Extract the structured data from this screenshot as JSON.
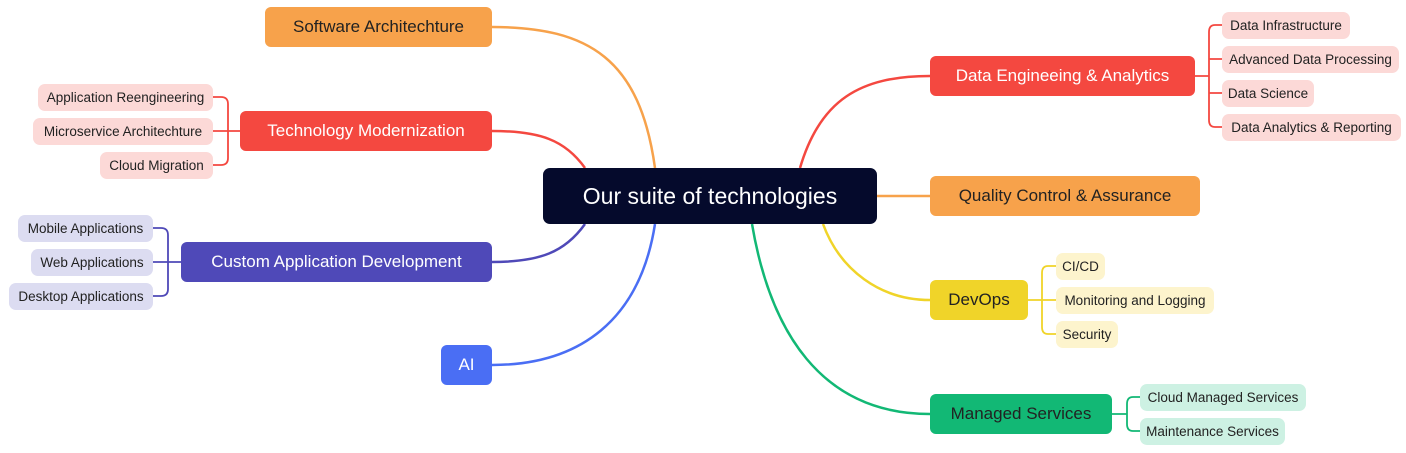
{
  "center": {
    "label": "Our suite of technologies"
  },
  "branches": {
    "software_architecture": {
      "label": "Software Architechture",
      "color": "#f7a24b"
    },
    "technology_modernization": {
      "label": "Technology Modernization",
      "color": "#f44840",
      "children": [
        "Application Reengineering",
        "Microservice Architechture",
        "Cloud Migration"
      ],
      "child_bg": "#fcd9d7"
    },
    "custom_app_dev": {
      "label": "Custom Application Development",
      "color": "#4f49b8",
      "children": [
        "Mobile Applications",
        "Web Applications",
        "Desktop Applications"
      ],
      "child_bg": "#dcdcf1"
    },
    "ai": {
      "label": "AI",
      "color": "#4a6ef4"
    },
    "data_engineering": {
      "label": "Data Engineeing & Analytics",
      "color": "#f44840",
      "children": [
        "Data Infrastructure",
        "Advanced Data Processing",
        "Data Science",
        "Data Analytics & Reporting"
      ],
      "child_bg": "#fcd9d7"
    },
    "quality_control": {
      "label": "Quality Control & Assurance",
      "color": "#f7a24b"
    },
    "devops": {
      "label": "DevOps",
      "color": "#f0d429",
      "children": [
        "CI/CD",
        "Monitoring and Logging",
        "Security"
      ],
      "child_bg": "#fdf4cd"
    },
    "managed_services": {
      "label": "Managed Services",
      "color": "#12b875",
      "children": [
        "Cloud Managed Services",
        "Maintenance Services"
      ],
      "child_bg": "#cdf1e3"
    }
  }
}
